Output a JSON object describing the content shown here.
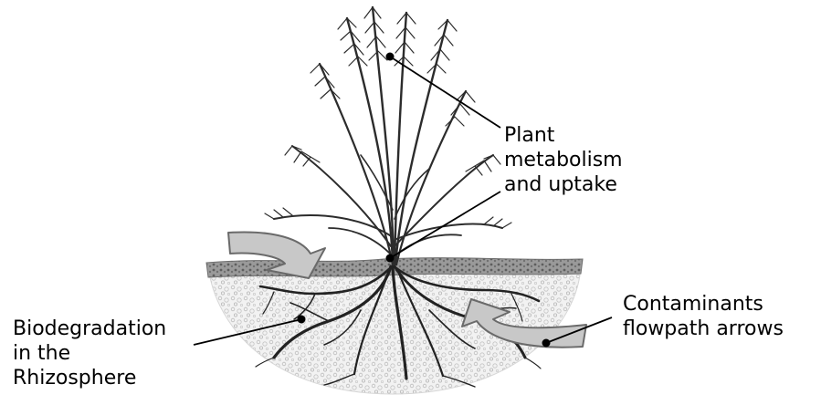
{
  "labels": {
    "plant": [
      "Plant",
      "metabolism",
      "and uptake"
    ],
    "biodegradation": [
      "Biodegradation",
      "in the",
      "Rhizosphere"
    ],
    "contaminants": [
      "Contaminants",
      "flowpath arrows"
    ]
  },
  "colors": {
    "soil_fill": "#eeeeee",
    "soil_top": "#8a8a8a",
    "plant": "#2c2c2c",
    "root": "#222222",
    "arrow_fill": "#c8c8c8",
    "arrow_stroke": "#6a6a6a",
    "leader": "#000000"
  }
}
